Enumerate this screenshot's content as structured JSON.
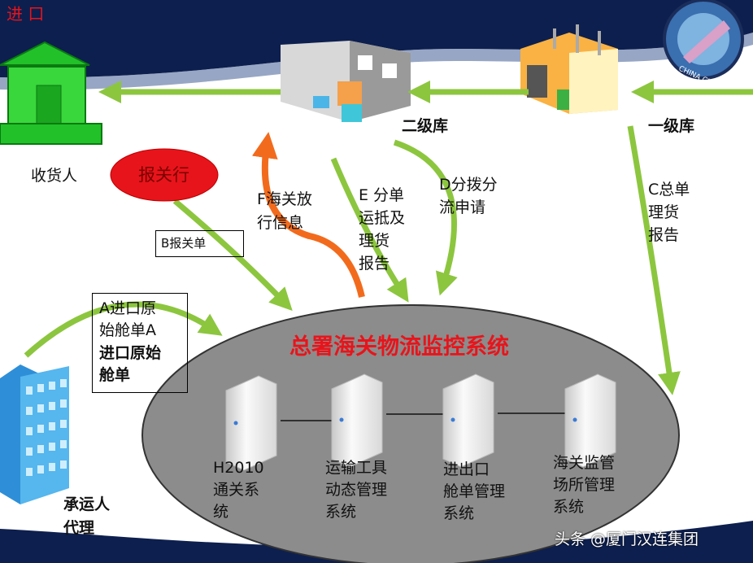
{
  "header": {
    "section_title": "进 口"
  },
  "colors": {
    "arrow_green": "#8cc63f",
    "arrow_orange": "#f26b1d",
    "title_red": "#e8141b",
    "navy": "#0d1f4e",
    "ellipse_gray": "#8c8c8c"
  },
  "nodes": {
    "consignee": "收货人",
    "customs_broker": "报关行",
    "secondary_warehouse": "二级库",
    "primary_warehouse": "一级库",
    "carrier_agent": "承运人\n代理"
  },
  "flows": {
    "a_line1": "A进口原",
    "a_line2": "始舱单A",
    "a_line3": "进口原始",
    "a_line4": "舱单",
    "b": "B报关单",
    "c": "C总单\n理货\n报告",
    "d": "D分拨分\n流申请",
    "e": "E 分单\n运抵及\n理货\n报告",
    "f": "F海关放\n行信息"
  },
  "system": {
    "title": "总署海关物流监控系统",
    "servers": [
      {
        "label": "H2010\n通关系\n统",
        "icon": "server-icon"
      },
      {
        "label": "运输工具\n动态管理\n系统",
        "icon": "server-icon"
      },
      {
        "label": "进出口\n舱单管理\n系统",
        "icon": "server-icon"
      },
      {
        "label": "海关监管\n场所管理\n系统",
        "icon": "server-icon"
      }
    ]
  },
  "watermark": "头条 @厦门汉连集团",
  "logo_text": "CHINA CUS"
}
